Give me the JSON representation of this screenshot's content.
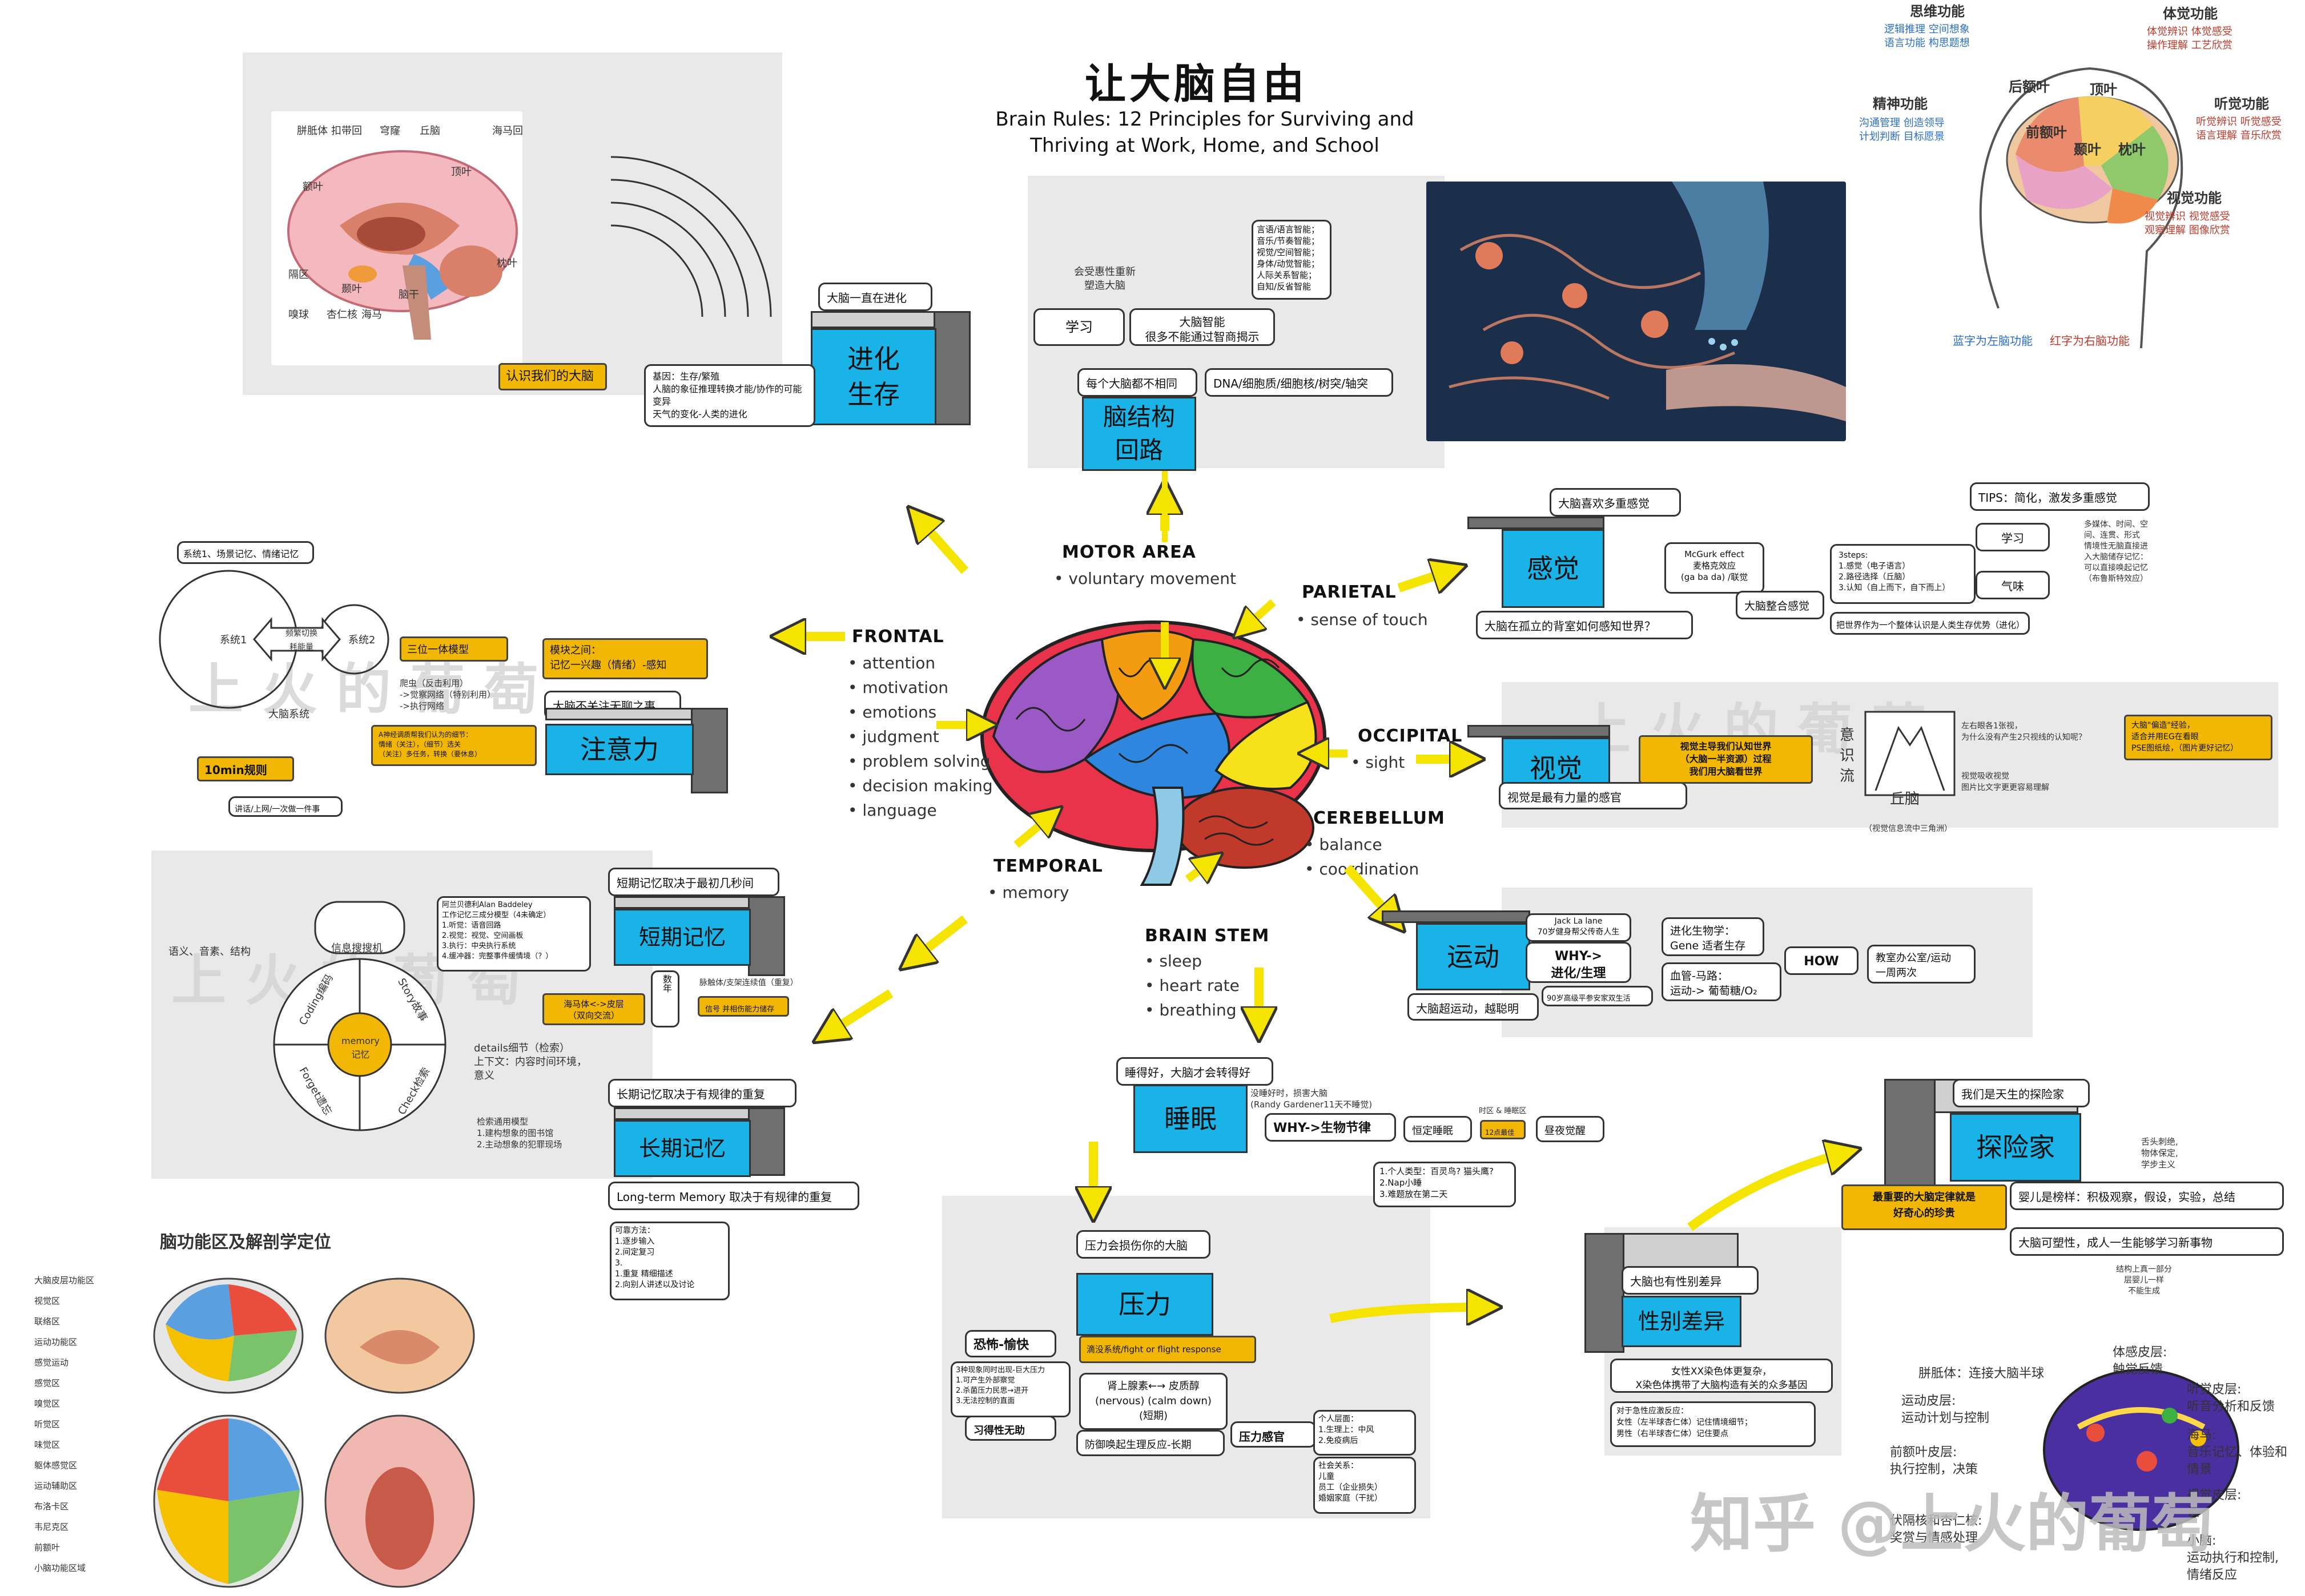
{
  "title": "让大脑自由",
  "subtitle_line1": "Brain Rules: 12 Principles for Surviving and",
  "subtitle_line2": "Thriving at Work, Home, and School",
  "center_labels": {
    "motor": "MOTOR AREA",
    "motor_fn": "• voluntary movement",
    "parietal": "PARIETAL",
    "parietal_fn": "• sense of touch",
    "frontal": "FRONTAL",
    "frontal_fn": [
      "• attention",
      "• motivation",
      "• emotions",
      "• judgment",
      "• problem solving",
      "• decision making",
      "• language"
    ],
    "occipital": "OCCIPITAL",
    "occipital_fn": "• sight",
    "cerebellum": "CEREBELLUM",
    "cerebellum_fn": [
      "• balance",
      "• coordination"
    ],
    "temporal": "TEMPORAL",
    "temporal_fn": "• memory",
    "brainstem": "BRAIN STEM",
    "brainstem_fn": [
      "• sleep",
      "• heart rate",
      "• breathing"
    ]
  },
  "cubes": {
    "evolution": "进化\n生存",
    "wiring": "脑结构\n回路",
    "sense": "感觉",
    "attention": "注意力",
    "vision": "视觉",
    "exercise": "运动",
    "shortmem": "短期记忆",
    "longmem": "长期记忆",
    "sleep": "睡眠",
    "stress": "压力",
    "gender": "性别差异",
    "explore": "探险家"
  },
  "evolution": {
    "top": "大脑一直在进化",
    "know": "认识我们的大脑",
    "note1": "基因：生存/繁殖",
    "note2": "人脑的象征推理转换才能/协作的可能",
    "note3": "变异",
    "note4": "天气的变化-人类的进化"
  },
  "wiring": {
    "learn": "学习",
    "smart": "大脑智能\n很多不能通过智商揭示",
    "diff": "每个大脑都不相同",
    "dna": "DNA/细胞质/细胞核/树突/轴突",
    "sm1": "会受惠性重新塑造大脑",
    "list": "言语/语言智能；\n音乐/节奏智能；\n视觉/空间智能；\n身体/动觉智能；\n人际关系智能；\n自知/反省智能"
  },
  "sense": {
    "top": "大脑喜欢多重感觉",
    "bottom": "大脑在孤立的背室如何感知世界？",
    "mcgurk": "McGurk effect\n麦格克效应\n(ga ba da) /联觉",
    "fuse": "大脑整合感觉",
    "steps": "3steps:\n1.感觉（电子语言）\n2.路径选择（丘脑）\n3.认知（自上而下，自下而上）",
    "world": "把世界作为一个整体认识是人类生存优势（进化）",
    "tips": "TIPS：简化，激发多重感觉",
    "learn": "学习",
    "smell": "气味",
    "side": "多媒体、时间、空间、连贯、形式\n情境性无脑直接进入大脑储存记忆：\n可以直接唤起记忆（布鲁斯特效应）"
  },
  "attention": {
    "cap": "系统1、场景记忆、情绪记忆",
    "sys1": "系统1",
    "sys2": "系统2",
    "switch": "频繁切换\n耗能量",
    "brain_system": "大脑系统",
    "triad": "三位一体模型",
    "triad_notes": "爬虫（反击利用）\n->觉察网络（特别利用）\n->执行网络",
    "emotion_box": "A神经调质帮我们认为的细节：\n情绪（关注），（细节）选关\n（关注）多任务，转换（要休息）",
    "module": "模块之间：\n记忆一兴趣（情绪）-感知",
    "noboring": "大脑不关注无聊之事",
    "tenmin": "10min规则",
    "tenmin_note": "讲话/上网/一次做一件事"
  },
  "vision": {
    "main_note": "视觉是最有力量的感官",
    "ybox": "视觉主导我们认知世界\n（大脑一半资源）过程\n我们用大脑看世界",
    "consciousness": "意\n识\n流",
    "thalamus": "丘脑",
    "thal_note": "（视觉信息流中三角洲）",
    "q": "左右眼各1张视，\n为什么没有产生2只视线的认知呢？",
    "n2": "视觉吸收视觉\n图片比文字更更容易理解",
    "ynote": "大脑\"偏造\"经验，\n适合并用EG在看眼\nPSE图纸绘，（图片更好记忆）"
  },
  "exercise": {
    "jack": "Jack La lane\n70岁健身帮父传奇人生",
    "why": "WHY->\n进化/生理",
    "ninety": "90岁高级平参安家双生活",
    "boost": "大脑超运动，越聪明",
    "genes": "进化生物学：\nGene 适者生存",
    "blood": "血管-马路：\n运动-> 葡萄糖/O₂",
    "how": "HOW",
    "office": "教室办公室/运动\n一周两次"
  },
  "shortmem": {
    "top": "短期记忆取决于最初几秒间",
    "baddeley": "阿兰贝德利Alan Baddeley\n工作记忆三成分模型（4未确定）\n1.听觉：语音回路\n2.视觉：视觉、空间画板\n3.执行：中央执行系统\n4.缓冲器：完整事件缓情境（？）",
    "hippo": "海马体<->皮层\n（双向交流）",
    "num": "数年",
    "ybox2": "信号 并相伤能力储存",
    "rereview": "脉触体/支架连续值（重复）",
    "sense_words": "语义、音素、结构",
    "info": "信息搜搜机",
    "coding": "Coding编码",
    "story": "Story故事",
    "memory": "memory\n记忆",
    "forget": "Forget遗忘",
    "check": "Check检索",
    "details": "details细节（检索）\n上下文：内容时间环境，\n意义",
    "search": "检索通用模型\n1.建构想象的图书馆\n2.主动想象的犯罪现场"
  },
  "longmem": {
    "top": "长期记忆取决于有规律的重复",
    "box": "Long-term Memory 取决于有规律的重复",
    "notes": "可靠方法：\n1.逐步输入\n2.间定复习\n3.\n1.重复 精细描述\n2.向别人讲述以及讨论"
  },
  "sleep": {
    "top": "睡得好，大脑才会转得好",
    "notes1": "没睡好时，损害大脑\n(Randy Gardener11天不睡觉)",
    "why": "WHY->生物节律",
    "steady": "恒定睡眠",
    "time": "时区 & 睡眠区",
    "nap": "12点最佳",
    "dozy": "昼夜觉醒",
    "notes2": "1.个人类型：百灵鸟? 猫头鹰?\n2.Nap小睡\n3.难题放在第二天"
  },
  "stress": {
    "top": "压力会损伤你的大脑",
    "fear": "恐怖-愉快",
    "learned": "习得性无助",
    "fear_notes": "3种现象同时出现-巨大压力\n1.可产生外部察觉\n2.杀菌压力民思→进开\n3.无法控制的直面",
    "ybox": "滴没系统/fight or flight response",
    "adrenal": "肾上腺素←→ 皮质醇\n(nervous) (calm down)\n(短期)",
    "longterm": "防御唤起生理反应-长期",
    "sense": "压力感官",
    "notes2": "个人层面：\n1.生理上：中风\n2.免疫病后",
    "social": "社会关系：\n儿童\n员工（企业损失）\n婚姻家庭（干扰）"
  },
  "gender": {
    "top": "大脑也有性别差异",
    "xx": "女性XX染色体更复杂，\nX染色体携带了大脑构造有关的众多基因",
    "stress": "对于急性应激反应：\n女性（左半球杏仁体）记住情境细节；\n男性（右半球杏仁体）记住要点"
  },
  "explore": {
    "top": "我们是天生的探险家",
    "ybox": "最重要的大脑定律就是\n好奇心的珍贵",
    "baby": "婴儿是榜样：积极观察，假设，实验，总结",
    "plastic": "大脑可塑性，成人一生能够学习新事物",
    "n1": "舌头刺绝,\n物体保定,\n学步主义",
    "n2": "结构上真一部分层婴儿一样\n不能生成"
  },
  "top_right": {
    "thinking": "思维功能",
    "thinking_sub": "逻辑推理  空间想象\n语言功能  构思题想",
    "body": "体觉功能",
    "body_sub": "体觉辨识  体觉感受\n操作理解  工艺欣赏",
    "spirit": "精神功能",
    "spirit_sub": "沟通管理  创造领导\n计划判断  目标愿景",
    "hearing": "听觉功能",
    "hearing_sub": "听觉辨识  听觉感受\n语言理解  音乐欣赏",
    "visual": "视觉功能",
    "visual_sub": "视觉辨识  视觉感受\n观察理解  图像欣赏",
    "lobes": [
      "后额叶",
      "顶叶",
      "前额叶",
      "颞叶",
      "枕叶"
    ],
    "legend_blue": "蓝字为左脑功能",
    "legend_red": "红字为右脑功能"
  },
  "bottom_left": {
    "title": "脑功能区及解剖学定位",
    "legend": [
      "大脑皮层功能区",
      "视觉区",
      "联络区",
      "运动功能区",
      "感觉运动",
      "感觉区",
      "嗅觉区",
      "听觉区",
      "味觉区",
      "躯体感觉区",
      "运动辅助区",
      "布洛卡区",
      "韦尼克区",
      "前额叶",
      "小脑功能区域"
    ]
  },
  "bottom_right": {
    "corpus": "胼胝体：连接大脑半球",
    "motor": "运动皮层:\n运动计划与控制",
    "prefrontal": "前额叶皮层:\n执行控制，决策",
    "amygdala": "伏隔核和杏仁核:\n奖赏与情感处理",
    "touch": "体感皮层:\n触觉反馈",
    "hearing": "听觉皮层:\n听音分析和反馈",
    "hippo": "海马:\n音乐记忆、体验和\n情景",
    "vision": "视觉皮层:\n读",
    "cerebellum": "小脑:\n运动执行和控制,\n情绪反应"
  },
  "brain_anatomy_labels": [
    "胼胝体",
    "扣带回",
    "穹窿",
    "丘脑",
    "海马回",
    "额叶",
    "顶叶",
    "枕叶",
    "颞叶",
    "杏仁核",
    "海马",
    "嗅球",
    "脑干",
    "隔区"
  ],
  "watermark": "知乎 @上火的葡萄",
  "colors": {
    "cube": "#19b3e8",
    "yellow": "#f2b705",
    "arrow": "#f5e400"
  }
}
